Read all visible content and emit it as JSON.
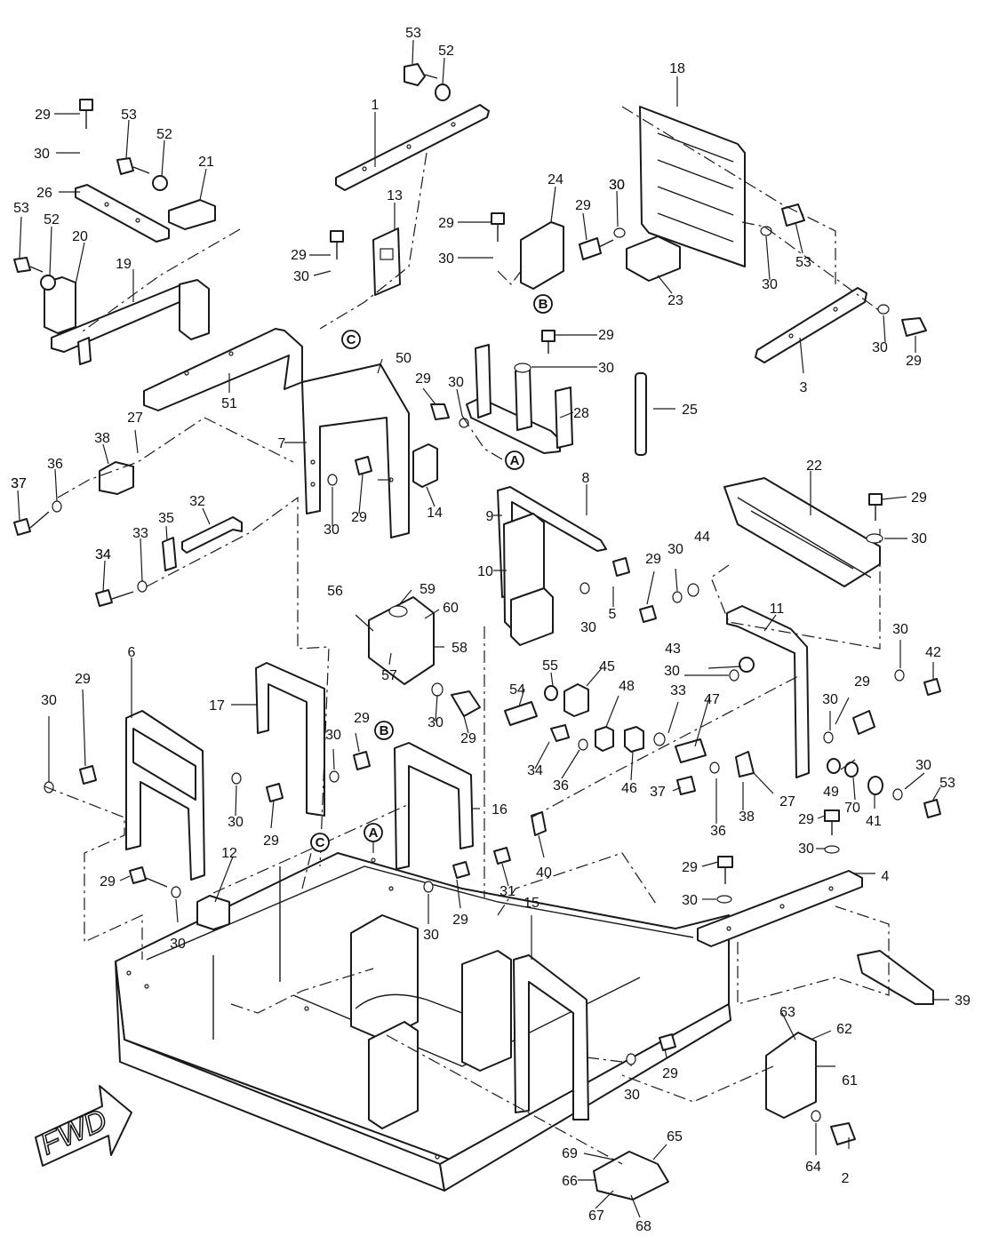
{
  "diagram": {
    "callouts": [
      "1",
      "2",
      "3",
      "4",
      "5",
      "6",
      "7",
      "8",
      "9",
      "10",
      "11",
      "12",
      "13",
      "14",
      "15",
      "16",
      "17",
      "18",
      "19",
      "20",
      "21",
      "22",
      "23",
      "24",
      "25",
      "26",
      "27",
      "28",
      "29",
      "30",
      "31",
      "32",
      "33",
      "34",
      "35",
      "36",
      "37",
      "38",
      "39",
      "40",
      "41",
      "42",
      "43",
      "44",
      "45",
      "46",
      "47",
      "48",
      "49",
      "50",
      "51",
      "52",
      "53",
      "54",
      "55",
      "56",
      "57",
      "58",
      "59",
      "60",
      "61",
      "62",
      "63",
      "64",
      "65",
      "66",
      "67",
      "68",
      "69",
      "70"
    ],
    "reference_markers": [
      "A",
      "B",
      "C"
    ],
    "direction_label": "FWD"
  }
}
